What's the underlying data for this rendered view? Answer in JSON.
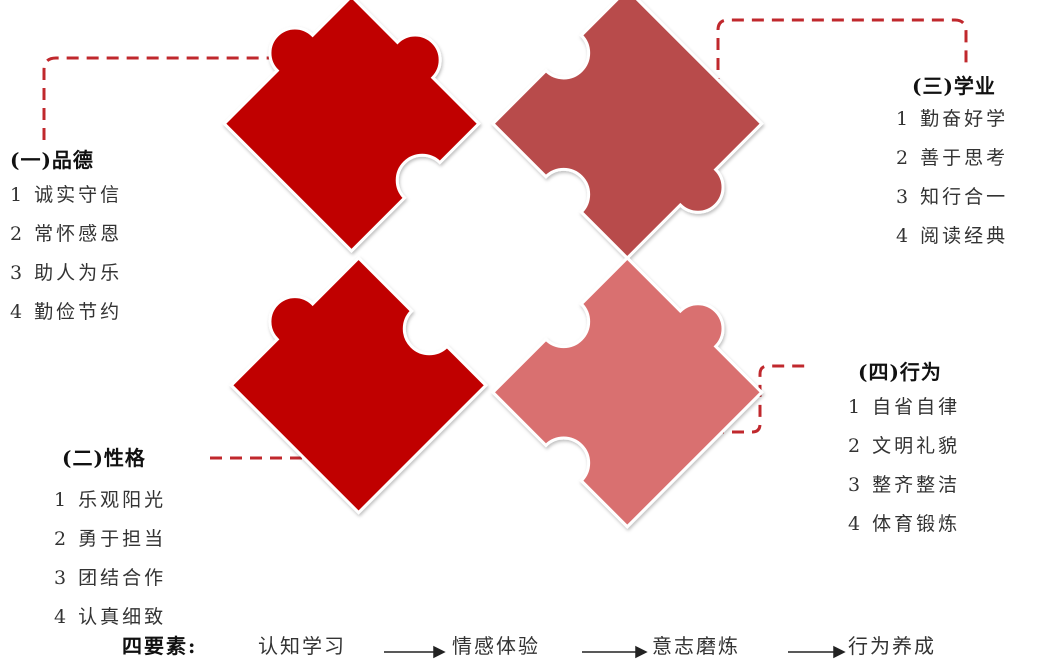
{
  "sections": [
    {
      "title": "(一)品德",
      "items": [
        "1 诚实守信",
        "2 常怀感恩",
        "3 助人为乐",
        "4 勤俭节约"
      ]
    },
    {
      "title": "(二)性格",
      "items": [
        "1 乐观阳光",
        "2 勇于担当",
        "3 团结合作",
        "4 认真细致"
      ]
    },
    {
      "title": "(三)学业",
      "items": [
        "1 勤奋好学",
        "2 善于思考",
        "3 知行合一",
        "4 阅读经典"
      ]
    },
    {
      "title": "(四)行为",
      "items": [
        "1 自省自律",
        "2 文明礼貌",
        "3 整齐整洁",
        "4 体育锻炼"
      ]
    }
  ],
  "footer": {
    "label": "四要素:",
    "steps": [
      "认知学习",
      "情感体验",
      "意志磨炼",
      "行为养成"
    ]
  },
  "colors": {
    "piece_top": "#c00000",
    "piece_left": "#c00000",
    "piece_right": "#b84c4c",
    "piece_bottom": "#d97070",
    "connector": "#c0282d"
  }
}
